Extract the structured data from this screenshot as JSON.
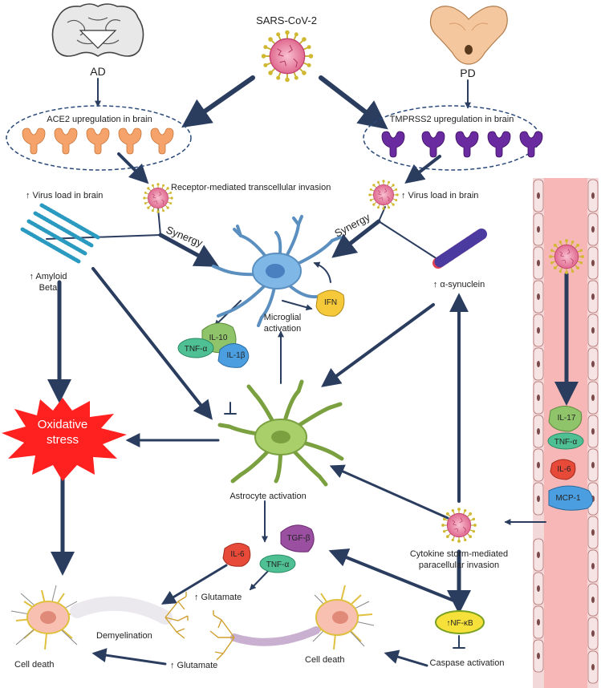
{
  "labels": {
    "sars": "SARS-CoV-2",
    "ad": "AD",
    "pd": "PD",
    "ace2": "ACE2 upregulation in brain",
    "tmprss2": "TMPRSS2 upregulation in brain",
    "receptor": "Receptor-mediated transcellular invasion",
    "virus_load_left": "↑ Virus load in brain",
    "virus_load_right": "↑ Virus load in brain",
    "synergy_left": "Synergy",
    "synergy_right": "Synergy",
    "amyloid_1": "↑ Amyloid",
    "amyloid_2": "Beta",
    "asyn": "↑ α-synuclein",
    "ifn": "IFN",
    "microglial_1": "Microglial",
    "microglial_2": "activation",
    "il10": "IL-10",
    "tnfa_left": "TNF-α",
    "il1b": "IL-1β",
    "oxidative_1": "Oxidative",
    "oxidative_2": "stress",
    "astrocyte": "Astrocyte activation",
    "tgfb": "TGF-β",
    "il6_mid": "IL-6",
    "tnfa_mid": "TNF-α",
    "glutamate_upper": "↑ Glutamate",
    "glutamate_lower": "↑ Glutamate",
    "demyelination": "Demyelination",
    "cell_death_left": "Cell death",
    "cell_death_right": "Cell death",
    "cytokine_1": "Cytokine storm-mediated",
    "cytokine_2": "paracellular invasion",
    "nfkb": "↑NF-κB",
    "caspase": "Caspase activation",
    "il17": "IL-17",
    "tnfa_vessel": "TNF-α",
    "il6_vessel": "IL-6",
    "mcp1": "MCP-1"
  },
  "colors": {
    "arrow": "#2b3d5f",
    "vessel": "#f7b7b7",
    "vessel_wall": "#f2d8d8",
    "oxidative": "#ff2020",
    "ace2_receptor": "#f5a36a",
    "tmprss2_receptor": "#6a2aa0",
    "microglia": "#7fb8e6",
    "astrocyte": "#a8cf6a",
    "virus": "#e87fa0",
    "il10": "#8fc46a",
    "tnfa": "#4fbf94",
    "il1b": "#4b9fe0",
    "ifn": "#f5c93a",
    "il6": "#e84a3a",
    "tgfb": "#9a4fa0",
    "nfkb": "#f5e13a",
    "mcp1": "#4b9fe0",
    "il17": "#8fc46a"
  }
}
